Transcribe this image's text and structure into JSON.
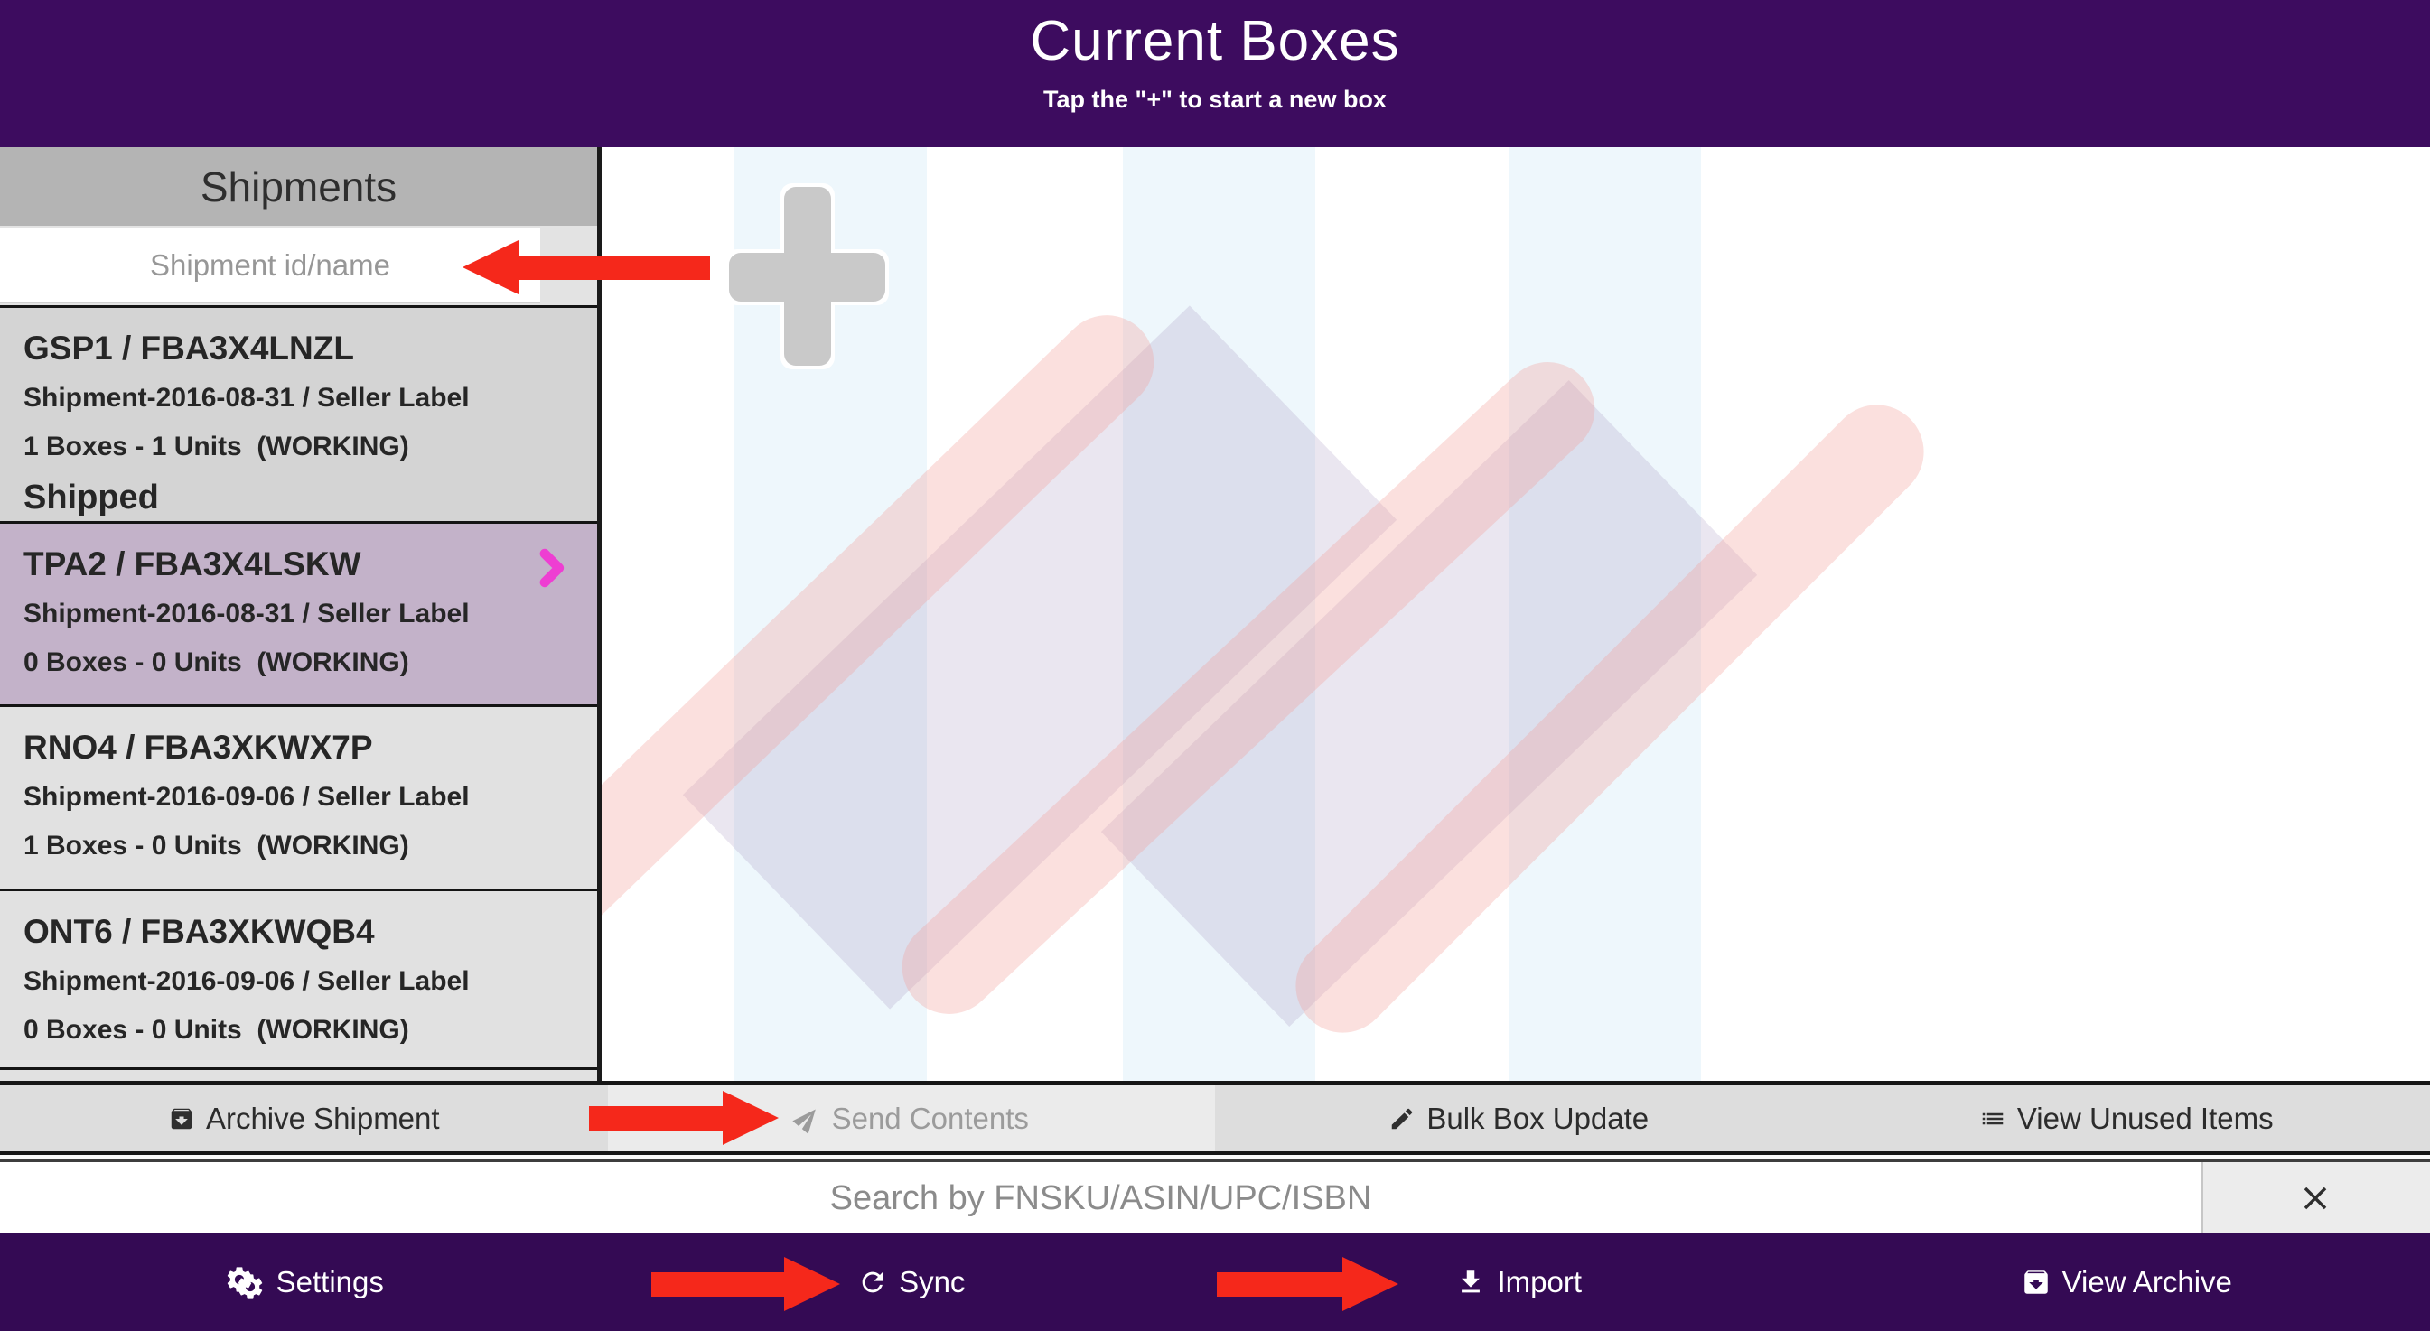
{
  "app": {
    "title": "Current Boxes",
    "subtitle": "Tap the \"+\" to start a new box"
  },
  "sidebar": {
    "title": "Shipments",
    "search": {
      "placeholder": "Shipment id/name",
      "clear_icon": "close-icon"
    },
    "shipments": [
      {
        "name": "GSP1 / FBA3X4LNZL",
        "detail": "Shipment-2016-08-31 / Seller Label",
        "counts": "1 Boxes - 1 Units  (WORKING)",
        "status": "Shipped",
        "selected": false
      },
      {
        "name": "TPA2 / FBA3X4LSKW",
        "detail": "Shipment-2016-08-31 / Seller Label",
        "counts": "0 Boxes - 0 Units  (WORKING)",
        "status": "",
        "selected": true
      },
      {
        "name": "RNO4 / FBA3XKWX7P",
        "detail": "Shipment-2016-09-06 / Seller Label",
        "counts": "1 Boxes - 0 Units  (WORKING)",
        "status": "",
        "selected": false
      },
      {
        "name": "ONT6 / FBA3XKWQB4",
        "detail": "Shipment-2016-09-06 / Seller Label",
        "counts": "0 Boxes - 0 Units  (WORKING)",
        "status": "",
        "selected": false
      }
    ]
  },
  "main": {
    "add_box_icon": "plus-icon"
  },
  "toolbar": {
    "items": [
      {
        "label": "Archive Shipment",
        "icon": "archive-icon",
        "enabled": true
      },
      {
        "label": "Send Contents",
        "icon": "paper-plane-icon",
        "enabled": false
      },
      {
        "label": "Bulk Box Update",
        "icon": "pencil-icon",
        "enabled": true
      },
      {
        "label": "View Unused Items",
        "icon": "list-icon",
        "enabled": true
      }
    ]
  },
  "item_search": {
    "placeholder": "Search by FNSKU/ASIN/UPC/ISBN",
    "clear_icon": "close-icon"
  },
  "footer": {
    "items": [
      {
        "label": "Settings",
        "icon": "gears-icon"
      },
      {
        "label": "Sync",
        "icon": "refresh-icon"
      },
      {
        "label": "Import",
        "icon": "download-icon"
      },
      {
        "label": "View Archive",
        "icon": "archive-icon"
      }
    ]
  },
  "annotations": {
    "color": "#f5281b",
    "arrow_targets": [
      "shipment-search-input",
      "send-contents-button",
      "sync-button",
      "import-button"
    ]
  },
  "colors": {
    "header_purple": "#3d0c5f",
    "footer_purple": "#340a54",
    "selected_item": "#c3b2c9",
    "chevron_magenta": "#ee3ed2",
    "stripe_blue": "#eef7fc",
    "watermark_pink": "#fbe3e1",
    "watermark_lavender": "#e8e2ee",
    "arrow_red": "#f5281b"
  }
}
